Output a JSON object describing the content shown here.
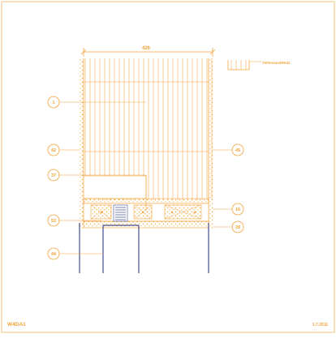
{
  "drawing": {
    "dimension": "426",
    "legend_label": "Tiefensand/Holz",
    "sheet_code": "W4DA1",
    "date": "1.7.2011",
    "colors": {
      "frame": "#f2c27a",
      "lines": "#f2a33a",
      "hatch": "#f6c98e",
      "structure": "#1e2a7a",
      "background": "#ffffff"
    },
    "callouts": [
      {
        "id": "c1",
        "text": "1"
      },
      {
        "id": "c42",
        "text": "42"
      },
      {
        "id": "c45",
        "text": "45"
      },
      {
        "id": "c37",
        "text": "37"
      },
      {
        "id": "c16",
        "text": "16"
      },
      {
        "id": "c53",
        "text": "53"
      },
      {
        "id": "c29",
        "text": "29"
      },
      {
        "id": "c44",
        "text": "44"
      }
    ]
  }
}
